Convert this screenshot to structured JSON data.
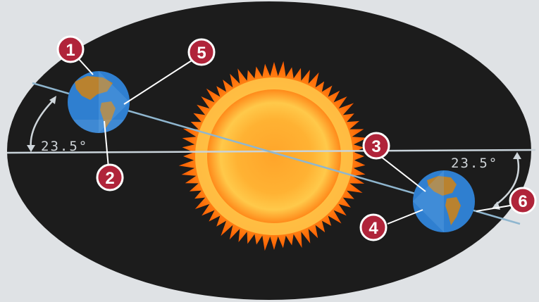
{
  "diagram": {
    "angle_left": "23.5°",
    "angle_right": "23.5°",
    "callouts": [
      {
        "number": "1"
      },
      {
        "number": "2"
      },
      {
        "number": "3"
      },
      {
        "number": "4"
      },
      {
        "number": "5"
      },
      {
        "number": "6"
      }
    ]
  },
  "colors": {
    "space": "#1c1c1c",
    "sun_core": "#ffb52d",
    "sun_corona": "#ff6a00",
    "earth_ocean": "#2f7fd0",
    "earth_land": "#b9822f",
    "callout_fill": "#b0243a",
    "axis_line": "#8fb6cf"
  }
}
